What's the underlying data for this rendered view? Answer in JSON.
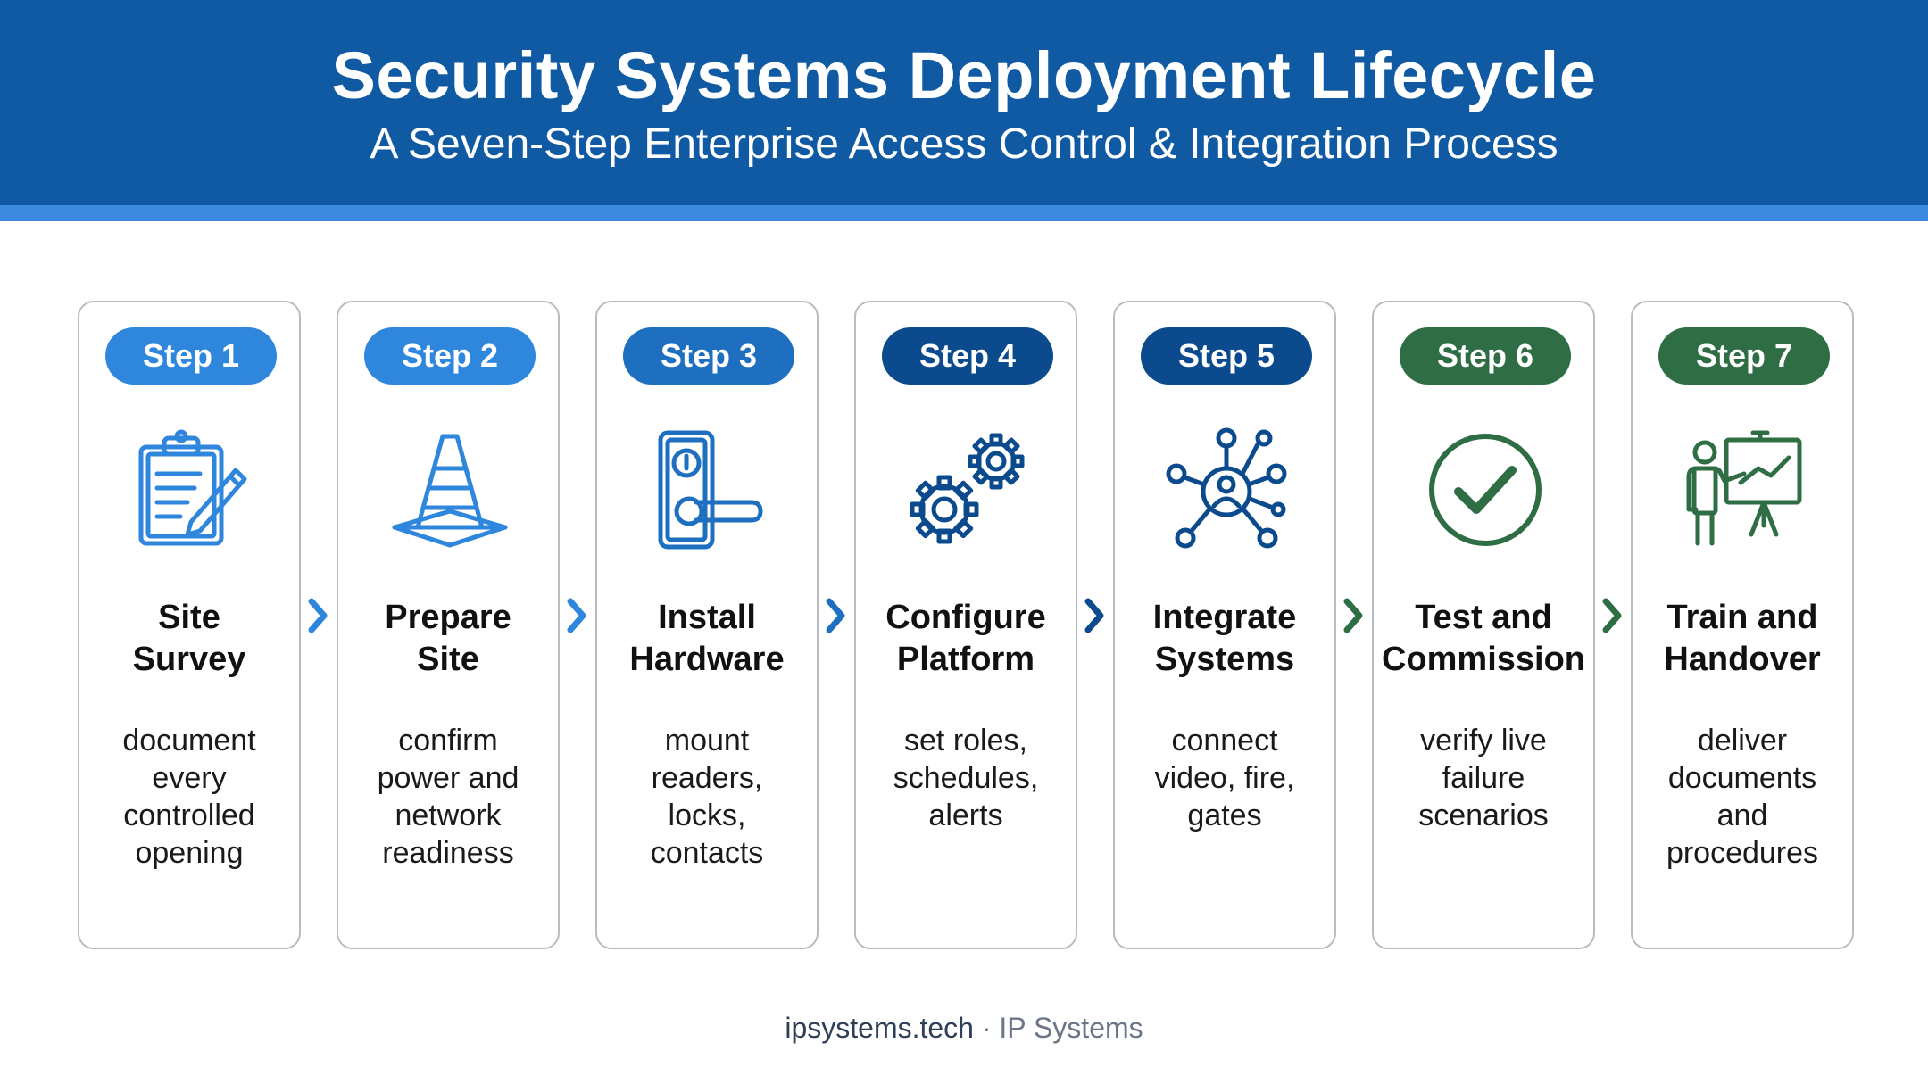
{
  "header": {
    "title": "Security Systems Deployment Lifecycle",
    "subtitle": "A Seven-Step Enterprise Access Control & Integration Process"
  },
  "colors": {
    "header_bg": "#0f5aa3",
    "header_stripe": "#3c8be0",
    "light_blue": "#2f86dd",
    "medium_blue": "#1e6fc0",
    "dark_blue": "#0c4a8e",
    "green": "#2f6e45"
  },
  "steps": [
    {
      "badge": "Step 1",
      "title": [
        "Site",
        "Survey"
      ],
      "description": [
        "document",
        "every",
        "controlled",
        "opening"
      ],
      "icon": "clipboard-pencil-icon",
      "badge_color": "#2f86dd",
      "icon_color": "#2f86dd"
    },
    {
      "badge": "Step 2",
      "title": [
        "Prepare",
        "Site"
      ],
      "description": [
        "confirm",
        "power and",
        "network",
        "readiness"
      ],
      "icon": "traffic-cone-icon",
      "badge_color": "#2f86dd",
      "icon_color": "#2f86dd"
    },
    {
      "badge": "Step 3",
      "title": [
        "Install",
        "Hardware"
      ],
      "description": [
        "mount",
        "readers,",
        "locks,",
        "contacts"
      ],
      "icon": "door-lock-icon",
      "badge_color": "#1e6fc0",
      "icon_color": "#1e6fc0"
    },
    {
      "badge": "Step 4",
      "title": [
        "Configure",
        "Platform"
      ],
      "description": [
        "set roles,",
        "schedules,",
        "alerts"
      ],
      "icon": "gears-icon",
      "badge_color": "#0c4a8e",
      "icon_color": "#0c4a8e"
    },
    {
      "badge": "Step 5",
      "title": [
        "Integrate",
        "Systems"
      ],
      "description": [
        "connect",
        "video, fire,",
        "gates"
      ],
      "icon": "network-hub-icon",
      "badge_color": "#0c4a8e",
      "icon_color": "#0c4a8e"
    },
    {
      "badge": "Step 6",
      "title": [
        "Test and",
        "Commission"
      ],
      "description": [
        "verify live",
        "failure",
        "scenarios"
      ],
      "icon": "check-circle-icon",
      "badge_color": "#2f6e45",
      "icon_color": "#2f6e45"
    },
    {
      "badge": "Step 7",
      "title": [
        "Train and",
        "Handover"
      ],
      "description": [
        "deliver",
        "documents",
        "and",
        "procedures"
      ],
      "icon": "presenter-board-icon",
      "badge_color": "#2f6e45",
      "icon_color": "#2f6e45"
    }
  ],
  "arrows": [
    {
      "icon": "chevron-right-icon",
      "color": "#2f86dd"
    },
    {
      "icon": "chevron-right-icon",
      "color": "#2f86dd"
    },
    {
      "icon": "chevron-right-icon",
      "color": "#1e6fc0"
    },
    {
      "icon": "chevron-right-icon",
      "color": "#0c4a8e"
    },
    {
      "icon": "chevron-right-icon",
      "color": "#2f6e45"
    },
    {
      "icon": "chevron-right-icon",
      "color": "#2f6e45"
    }
  ],
  "footer": {
    "site": "ipsystems.tech",
    "separator": "·",
    "brand": "IP Systems"
  }
}
